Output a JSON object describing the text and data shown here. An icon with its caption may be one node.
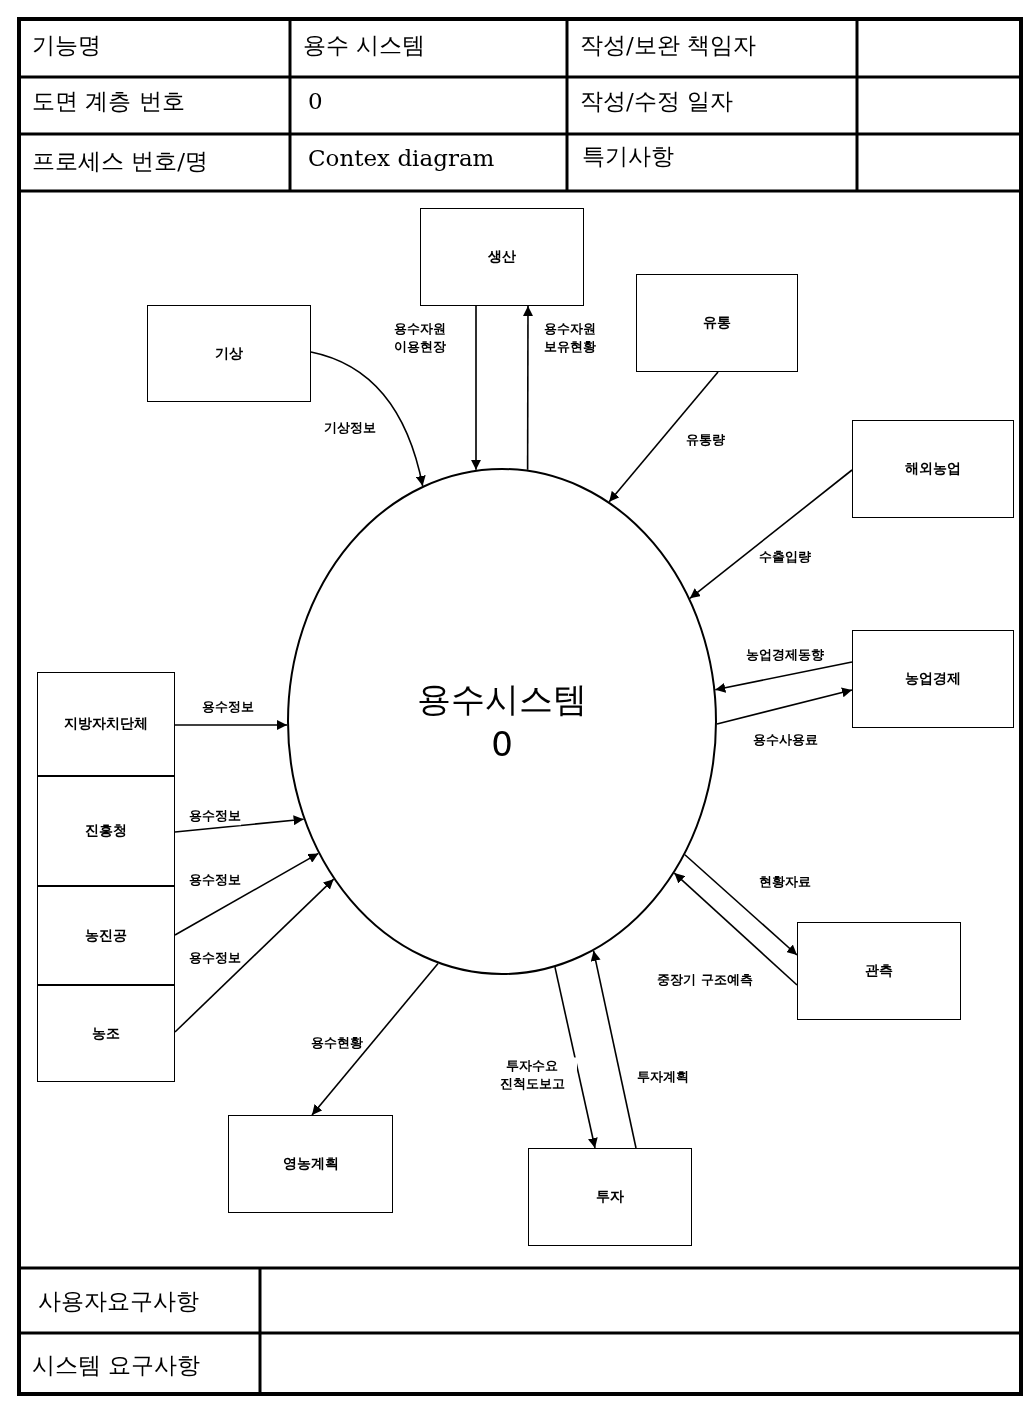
{
  "diagram": {
    "nodes": [
      {
        "text": [
          "생산"
        ]
      },
      {
        "text": [
          "기상"
        ]
      },
      {
        "text": [
          "유통"
        ]
      },
      {
        "text": [
          "해외농업"
        ]
      },
      {
        "text": [
          "용수시스템",
          "0"
        ]
      },
      {
        "text": [
          "농업경제"
        ]
      },
      {
        "text": [
          "지방자치단체"
        ]
      },
      {
        "text": [
          "진흥청"
        ]
      },
      {
        "text": [
          "농진공"
        ]
      },
      {
        "text": [
          "관측"
        ]
      },
      {
        "text": [
          "농조"
        ]
      },
      {
        "text": [
          "영농계획"
        ]
      },
      {
        "text": [
          "투자"
        ]
      }
    ],
    "edges": [
      {
        "from": 1,
        "to": 4,
        "arrow": "to",
        "label": "기상정보"
      },
      {
        "from": 0,
        "to": 4,
        "arrow": "to",
        "label": "용수자원 이용현장"
      },
      {
        "from": 4,
        "to": 0,
        "arrow": "to",
        "label": "용수자원 보유현황"
      },
      {
        "from": 2,
        "to": 4,
        "arrow": "to",
        "label": "유통량"
      },
      {
        "from": 3,
        "to": 4,
        "arrow": "to",
        "label": "수출입량"
      },
      {
        "from": 5,
        "to": 4,
        "arrow": "to",
        "label": "농업경제동향"
      },
      {
        "from": 4,
        "to": 5,
        "arrow": "to",
        "label": "용수사용료"
      },
      {
        "from": 6,
        "to": 4,
        "arrow": "to",
        "label": "용수정보"
      },
      {
        "from": 7,
        "to": 4,
        "arrow": "to",
        "label": "용수정보"
      },
      {
        "from": 8,
        "to": 4,
        "arrow": "to",
        "label": "용수정보"
      },
      {
        "from": 10,
        "to": 4,
        "arrow": "to",
        "label": "용수정보"
      },
      {
        "from": 4,
        "to": 9,
        "arrow": "to",
        "label": "현황자료"
      },
      {
        "from": 9,
        "to": 4,
        "arrow": "to",
        "label": "중장기 구조예측"
      },
      {
        "from": 4,
        "to": 12,
        "arrow": "to",
        "label": "투자수요 진척도보고"
      },
      {
        "from": 12,
        "to": 4,
        "arrow": "to",
        "label": "투자계획"
      },
      {
        "from": 4,
        "to": 11,
        "arrow": "to",
        "label": "용수현황"
      }
    ],
    "labels": [
      "기능명",
      "용수 시스템",
      "작성/보완 책임자",
      "도면 계층 번호",
      "0",
      "작성/수정 일자",
      "프로세스 번호/명",
      "Contex diagram",
      "특기사항",
      "사용자요구사항",
      "시스템 요구사항"
    ]
  }
}
